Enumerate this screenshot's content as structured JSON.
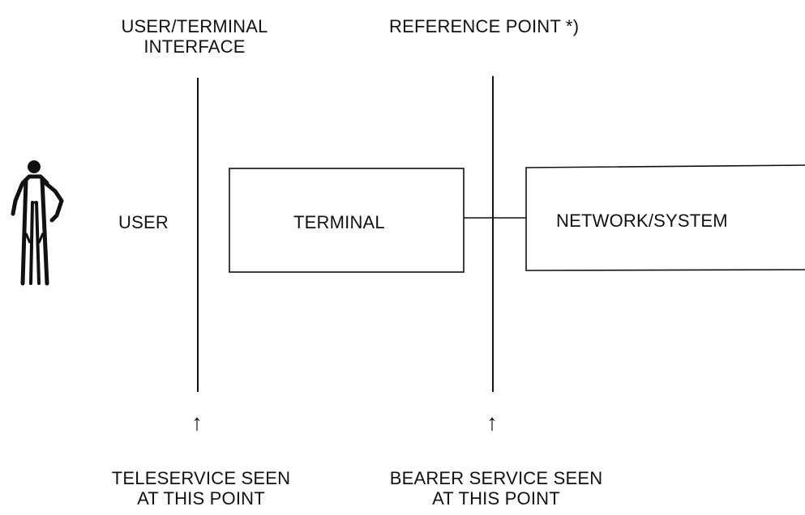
{
  "labels": {
    "interface_line1": "USER/TERMINAL",
    "interface_line2": "INTERFACE",
    "reference_point": "REFERENCE POINT *)",
    "user": "USER",
    "terminal": "TERMINAL",
    "network_system": "NETWORK/SYSTEM",
    "teleservice_line1": "TELESERVICE SEEN",
    "teleservice_line2": "AT THIS POINT",
    "bearer_line1": "BEARER SERVICE SEEN",
    "bearer_line2": "AT THIS POINT"
  },
  "arrows": {
    "teleservice": "↑",
    "bearer": "↑"
  },
  "icons": {
    "user_figure": "person-icon"
  },
  "colors": {
    "ink": "#111111",
    "background": "#ffffff"
  }
}
